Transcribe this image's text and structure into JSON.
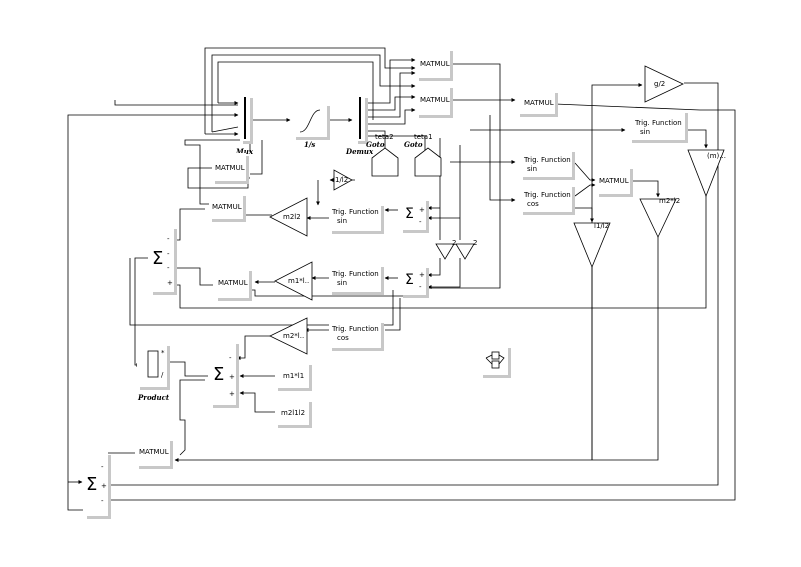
{
  "diagram": {
    "blocks": {
      "matmul": "MATMUL",
      "mux": "Mux",
      "integrator": "1/s",
      "demux": "Demux",
      "goto": "Goto",
      "goto_tag1": "teta2",
      "goto_tag2": "teta1",
      "trig_label": "Trig. Function",
      "sin": "sin",
      "cos": "cos",
      "gain_g2": "g/2",
      "gain_m1": "(m)...",
      "gain_m2l2": "m2*l2",
      "gain_l1l2": "l1/l2",
      "gain_m2l2b": "m2l2",
      "gain_m1l": "m1*l..",
      "gain_m2la": "m2*l..",
      "gain_small": "l1/l2",
      "const_m1l1": "m1*l1",
      "const_m2l1l2": "m2l1l2",
      "gain_2a": "2",
      "gain_2b": "2",
      "product": "Product",
      "prod_mul": "*",
      "prod_div": "/",
      "sum_plus": "+",
      "sum_minus": "-"
    }
  }
}
